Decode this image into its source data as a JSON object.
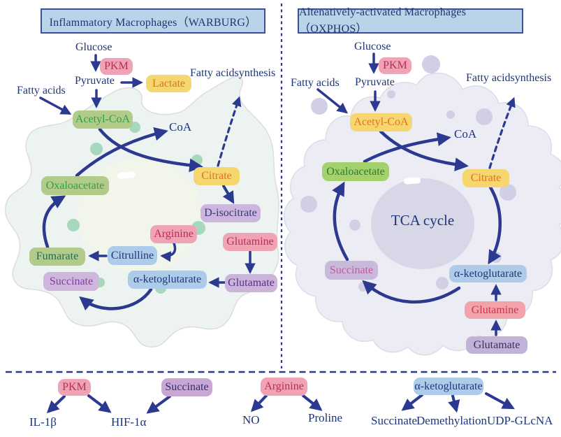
{
  "left_panel": {
    "title": "Inflammatory Macrophages（WARBURG）",
    "nodes": {
      "glucose": "Glucose",
      "pkm": "PKM",
      "pyruvate": "Pyruvate",
      "lactate": "Lactate",
      "fatty_acids": "Fatty acids",
      "fatty_acid_synthesis": "Fatty acidsynthesis",
      "acetyl_coa": "Acetyl-CoA",
      "coa": "CoA",
      "oxaloacetate": "Oxaloacetate",
      "citrate": "Citrate",
      "d_isocitrate": "D-isocitrate",
      "arginine": "Arginine",
      "glutamine": "Glutamine",
      "citrulline": "Citrulline",
      "fumarate": "Fumarate",
      "succinate": "Succinate",
      "alpha_ketoglutarate": "α-ketoglutarate",
      "glutamate": "Glutamate"
    }
  },
  "right_panel": {
    "title": "Altenatively-activated Macrophages（OXPHOS）",
    "nodes": {
      "glucose": "Glucose",
      "pkm": "PKM",
      "pyruvate": "Pyruvate",
      "fatty_acids": "Fatty acids",
      "fatty_acid_synthesis": "Fatty acidsynthesis",
      "acetyl_coa": "Acetyl-CoA",
      "coa": "CoA",
      "oxaloacetate": "Oxaloacetate",
      "citrate": "Citrate",
      "tca_cycle": "TCA cycle",
      "succinate": "Succinate",
      "alpha_ketoglutarate": "α-ketoglutarate",
      "glutamine": "Glutamine",
      "glutamate": "Glutamate"
    }
  },
  "bottom_panel": {
    "pkm": "PKM",
    "il_1b": "IL-1β",
    "hif_1a": "HIF-1α",
    "succinate": "Succinate",
    "arginine": "Arginine",
    "no": "NO",
    "proline": "Proline",
    "alpha_ketoglutarate": "α-ketoglutarate",
    "succinate_product": "Succinate",
    "demethylation": "Demethylation",
    "udp_glcna": "UDP-GLcNA"
  },
  "colors": {
    "arrow": "#2b3990",
    "navy_text": "#1e3576",
    "title_box_bg": "#b9d3e8",
    "title_box_border": "#3d4d9a",
    "pink_box": "#f1a3b6",
    "salmon_box": "#f2a2a9",
    "yellow_box": "#f6d66f",
    "yellow_box_text": "#e0731e",
    "olive_green_box": "#b2cb8b",
    "bright_green_box": "#a4d06d",
    "blue_box": "#accce9",
    "purple_box": "#ccb6dd",
    "left_cell_body": "#edf3f0",
    "left_cell_dots": "#a5d8bd",
    "right_cell_body": "#ececf5",
    "right_cell_nucleus": "#d8d7e8",
    "right_cell_dots": "#d0cfe5"
  }
}
